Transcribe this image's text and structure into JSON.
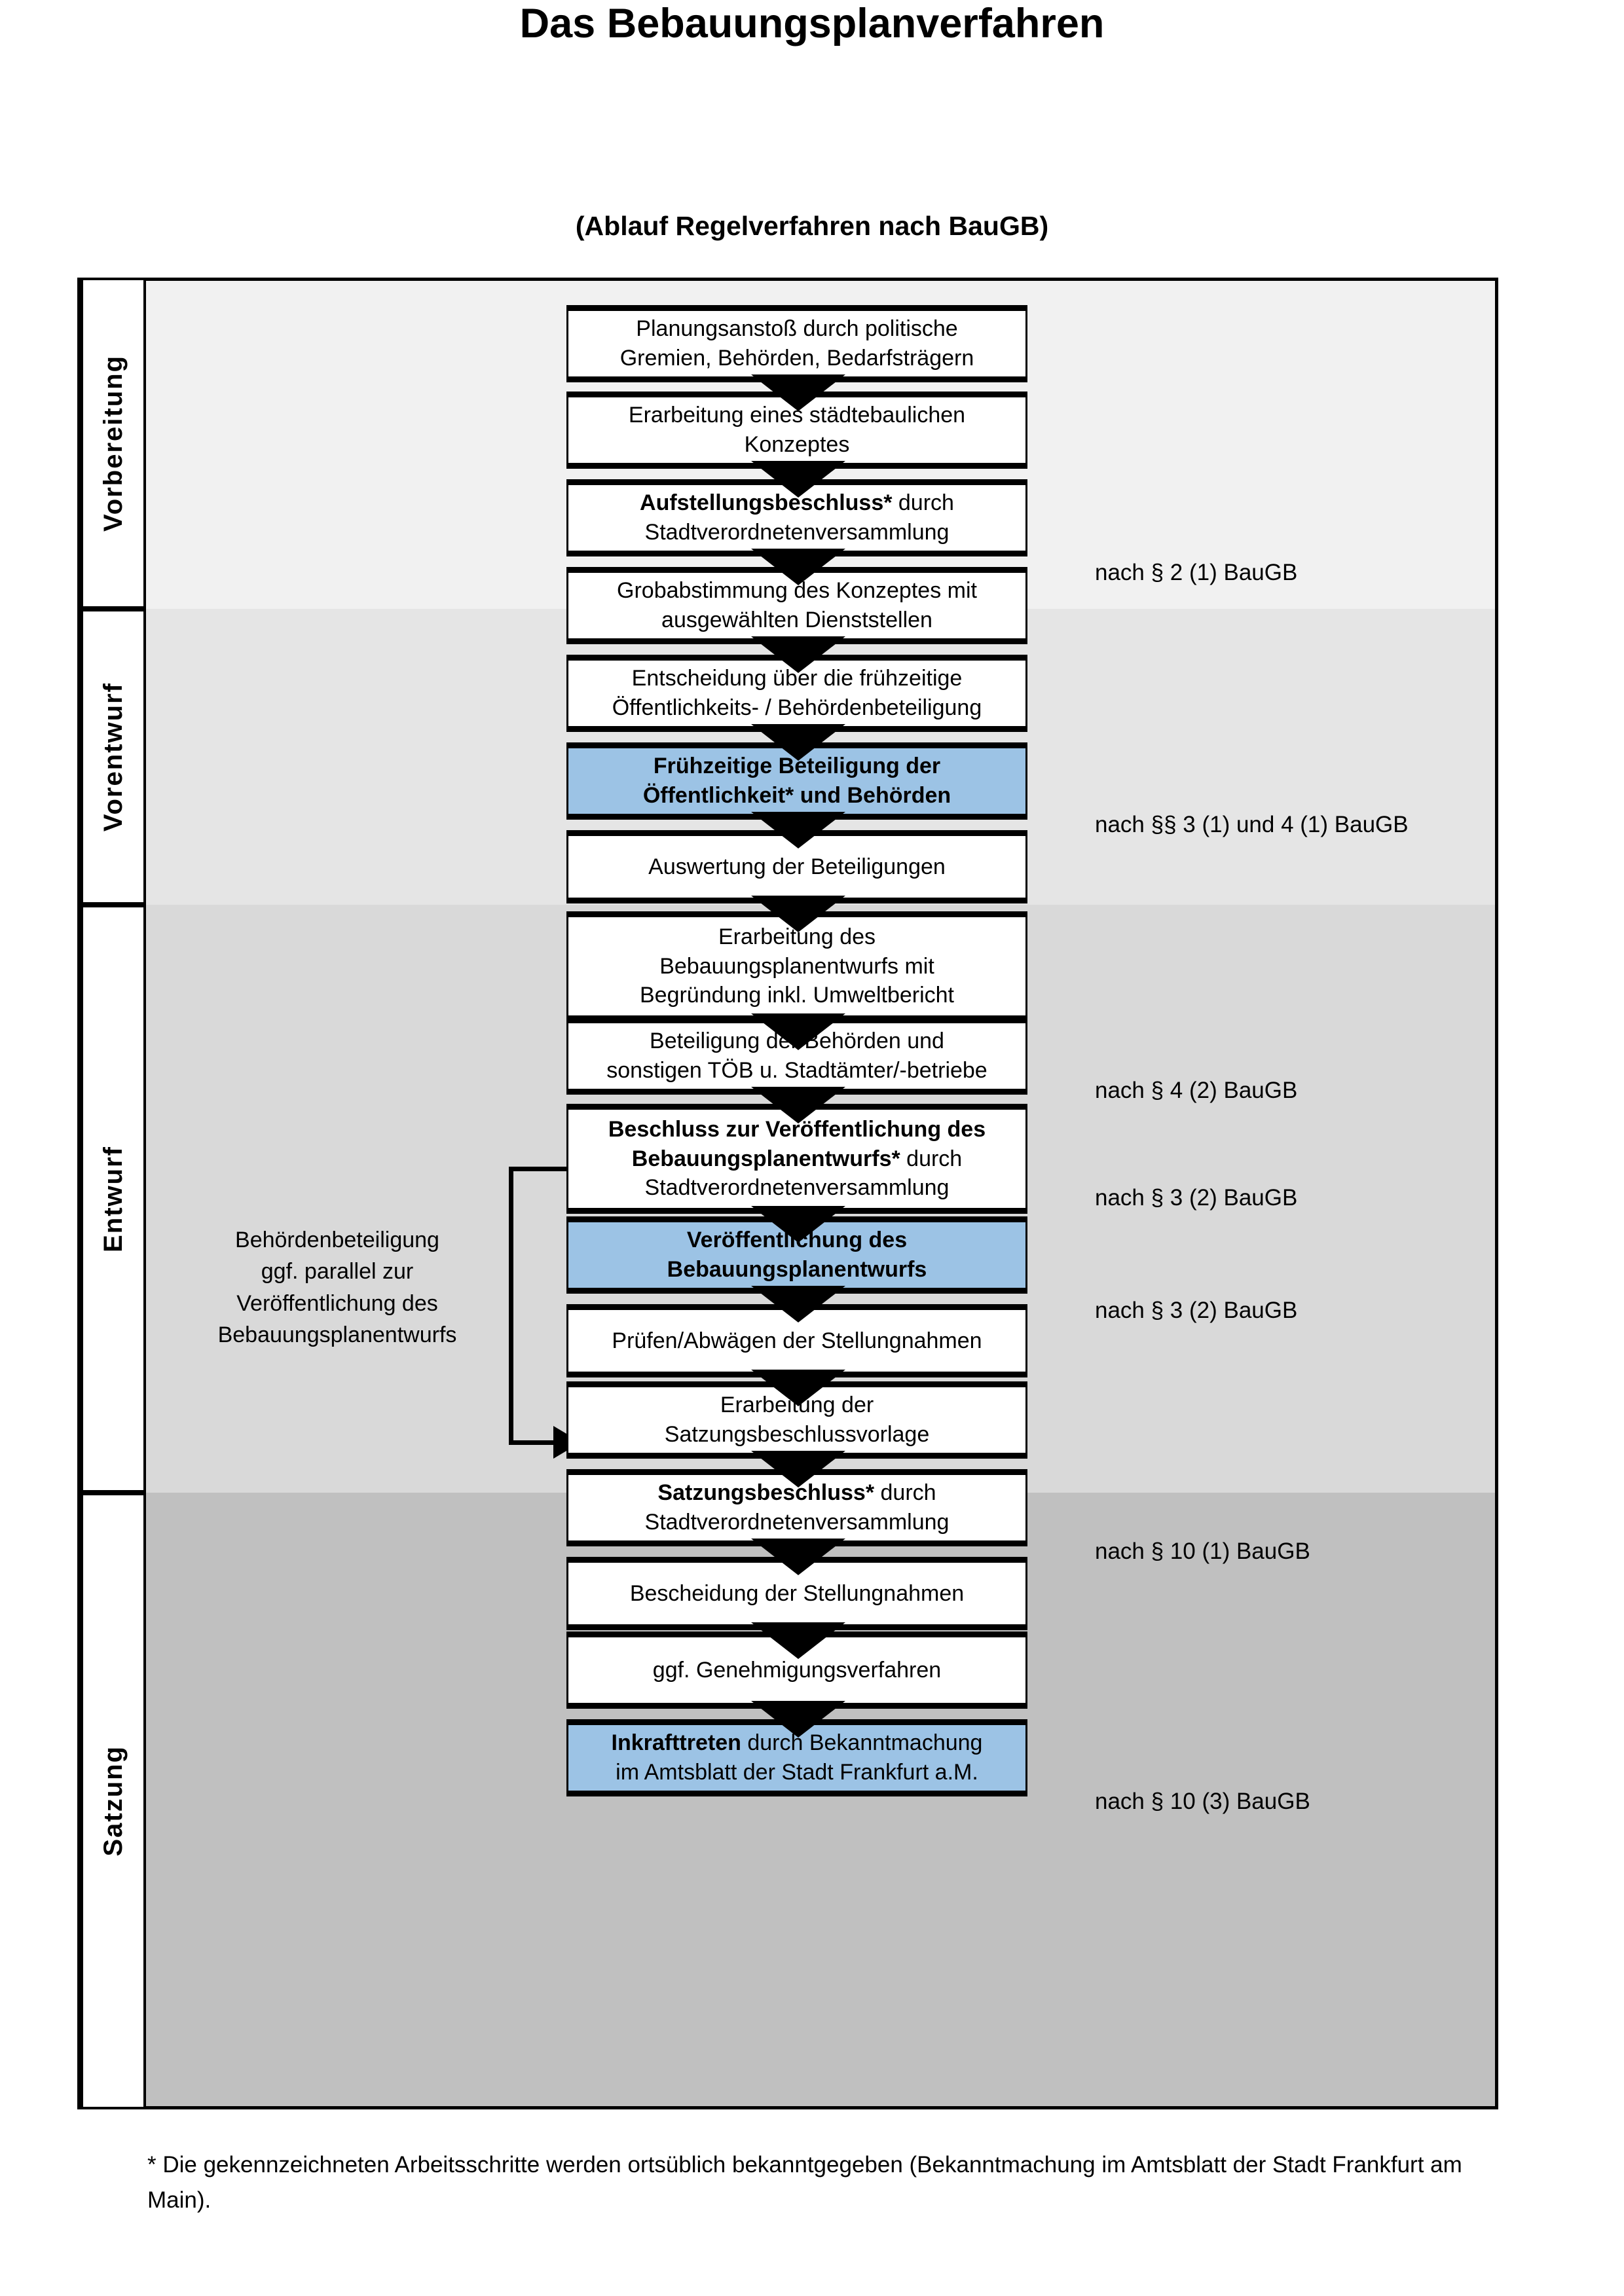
{
  "document": {
    "title": "Das Bebauungsplanverfahren",
    "subtitle": "(Ablauf Regelverfahren nach BauGB)",
    "footnote": "* Die gekennzeichneten Arbeitsschritte werden ortsüblich bekanntgegeben (Bekanntmachung im Amtsblatt  der Stadt Frankfurt am Main)."
  },
  "colors": {
    "band_1": "#f1f1f1",
    "band_2": "#e5e5e5",
    "band_3": "#d9d9d9",
    "band_4": "#c0c0c0",
    "highlight_box": "#9cc3e5",
    "box_fill": "#ffffff",
    "line": "#000000"
  },
  "phases": [
    {
      "label": "Vorbereitung"
    },
    {
      "label": "Vorentwurf"
    },
    {
      "label": "Entwurf"
    },
    {
      "label": "Satzung"
    }
  ],
  "steps": [
    {
      "id": "s1",
      "phase": "Vorbereitung",
      "highlight": false,
      "lines": [
        {
          "text": "Planungsanstoß durch politische",
          "bold": false
        },
        {
          "text": "Gremien, Behörden, Bedarfsträgern",
          "bold": false
        }
      ]
    },
    {
      "id": "s2",
      "phase": "Vorbereitung",
      "highlight": false,
      "lines": [
        {
          "text": "Erarbeitung eines städtebaulichen",
          "bold": false
        },
        {
          "text": "Konzeptes",
          "bold": false
        }
      ]
    },
    {
      "id": "s3",
      "phase": "Vorbereitung",
      "highlight": false,
      "lines": [
        {
          "text": "Aufstellungsbeschluss*",
          "bold": true,
          "suffix": " durch"
        },
        {
          "text": "Stadtverordnetenversammlung",
          "bold": false
        }
      ]
    },
    {
      "id": "s4",
      "phase": "Vorentwurf",
      "highlight": false,
      "lines": [
        {
          "text": "Grobabstimmung des Konzeptes mit",
          "bold": false
        },
        {
          "text": "ausgewählten Dienststellen",
          "bold": false
        }
      ]
    },
    {
      "id": "s5",
      "phase": "Vorentwurf",
      "highlight": false,
      "lines": [
        {
          "text": "Entscheidung über die frühzeitige",
          "bold": false
        },
        {
          "text": "Öffentlichkeits- / Behördenbeteiligung",
          "bold": false
        }
      ]
    },
    {
      "id": "s6",
      "phase": "Vorentwurf",
      "highlight": true,
      "lines": [
        {
          "text": "Frühzeitige Beteiligung der",
          "bold": true
        },
        {
          "text": "Öffentlichkeit* und Behörden",
          "bold": true
        }
      ]
    },
    {
      "id": "s7",
      "phase": "Entwurf",
      "highlight": false,
      "lines": [
        {
          "text": "Auswertung der Beteiligungen",
          "bold": false
        }
      ]
    },
    {
      "id": "s8",
      "phase": "Entwurf",
      "highlight": false,
      "lines": [
        {
          "text": "Erarbeitung des",
          "bold": false
        },
        {
          "text": "Bebauungsplanentwurfs mit",
          "bold": false
        },
        {
          "text": "Begründung inkl. Umweltbericht",
          "bold": false
        }
      ]
    },
    {
      "id": "s9",
      "phase": "Entwurf",
      "highlight": false,
      "lines": [
        {
          "text": "Beteiligung der Behörden und",
          "bold": false
        },
        {
          "text": "sonstigen TÖB u. Stadtämter/-betriebe",
          "bold": false
        }
      ]
    },
    {
      "id": "s10",
      "phase": "Entwurf",
      "highlight": false,
      "lines": [
        {
          "text": "Beschluss zur Veröffentlichung des",
          "bold": true
        },
        {
          "text": "Bebauungsplanentwurfs*",
          "bold": true,
          "suffix": " durch"
        },
        {
          "text": "Stadtverordnetenversammlung",
          "bold": false
        }
      ]
    },
    {
      "id": "s11",
      "phase": "Entwurf",
      "highlight": true,
      "lines": [
        {
          "text": "Veröffentlichung des",
          "bold": true
        },
        {
          "text": "Bebauungsplanentwurfs",
          "bold": true
        }
      ]
    },
    {
      "id": "s12",
      "phase": "Satzung",
      "highlight": false,
      "lines": [
        {
          "text": "Prüfen/Abwägen der Stellungnahmen",
          "bold": false
        }
      ]
    },
    {
      "id": "s13",
      "phase": "Satzung",
      "highlight": false,
      "lines": [
        {
          "text": "Erarbeitung der",
          "bold": false
        },
        {
          "text": "Satzungsbeschlussvorlage",
          "bold": false
        }
      ]
    },
    {
      "id": "s14",
      "phase": "Satzung",
      "highlight": false,
      "lines": [
        {
          "text": "Satzungsbeschluss*",
          "bold": true,
          "suffix": " durch"
        },
        {
          "text": "Stadtverordnetenversammlung",
          "bold": false
        }
      ]
    },
    {
      "id": "s15",
      "phase": "Satzung",
      "highlight": false,
      "lines": [
        {
          "text": "Bescheidung der Stellungnahmen",
          "bold": false
        }
      ]
    },
    {
      "id": "s16",
      "phase": "Satzung",
      "highlight": false,
      "lines": [
        {
          "text": "ggf. Genehmigungsverfahren",
          "bold": false
        }
      ]
    },
    {
      "id": "s17",
      "phase": "Satzung",
      "highlight": true,
      "lines": [
        {
          "text": "Inkrafttreten",
          "bold": true,
          "suffix": " durch Bekanntmachung"
        },
        {
          "text": "im Amtsblatt der Stadt Frankfurt a.M.",
          "bold": false
        }
      ]
    }
  ],
  "law_notes": [
    {
      "id": "l1",
      "text": "nach § 2 (1) BauGB",
      "for_step": "s3"
    },
    {
      "id": "l2",
      "text": "nach §§ 3 (1) und 4 (1) BauGB",
      "for_step": "s6"
    },
    {
      "id": "l3",
      "text": "nach § 4 (2) BauGB",
      "for_step": "s9"
    },
    {
      "id": "l4",
      "text": "nach § 3 (2) BauGB",
      "for_step": "s10"
    },
    {
      "id": "l5",
      "text": "nach § 3 (2) BauGB",
      "for_step": "s11"
    },
    {
      "id": "l6",
      "text": "nach § 10 (1) BauGB",
      "for_step": "s14"
    },
    {
      "id": "l7",
      "text": "nach § 10 (3) BauGB",
      "for_step": "s17"
    }
  ],
  "side_note": {
    "lines": [
      "Behördenbeteiligung",
      "ggf. parallel zur",
      "Veröffentlichung des",
      "Bebauungsplanentwurfs"
    ]
  },
  "connector": {
    "from_step": "s9",
    "to_step": "s11",
    "type": "bypass-arrow"
  }
}
